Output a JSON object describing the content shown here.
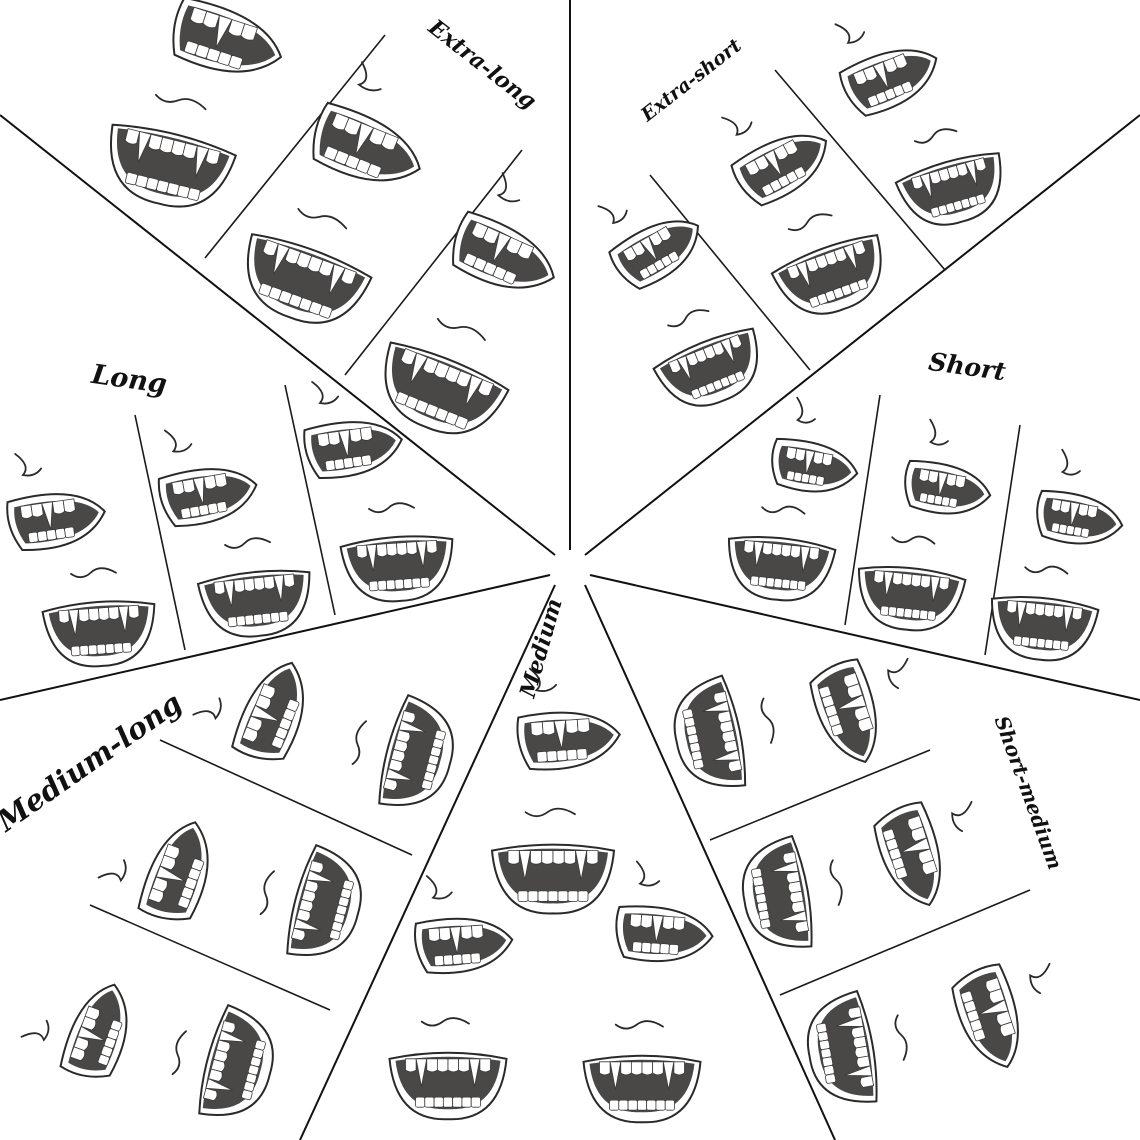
{
  "segments": [
    {
      "id": "extra-long",
      "label": "Extra-long"
    },
    {
      "id": "extra-short",
      "label": "Extra-short"
    },
    {
      "id": "long",
      "label": "Long"
    },
    {
      "id": "short",
      "label": "Short"
    },
    {
      "id": "medium-long",
      "label": "Medium-long"
    },
    {
      "id": "medium",
      "label": "Medium"
    },
    {
      "id": "short-medium",
      "label": "Short-medium"
    }
  ],
  "colors": {
    "ink": "#111111",
    "mouth": "#4a4747",
    "background": "#ffffff"
  },
  "icons": {
    "mouth": "fanged-mouth-illustration"
  }
}
